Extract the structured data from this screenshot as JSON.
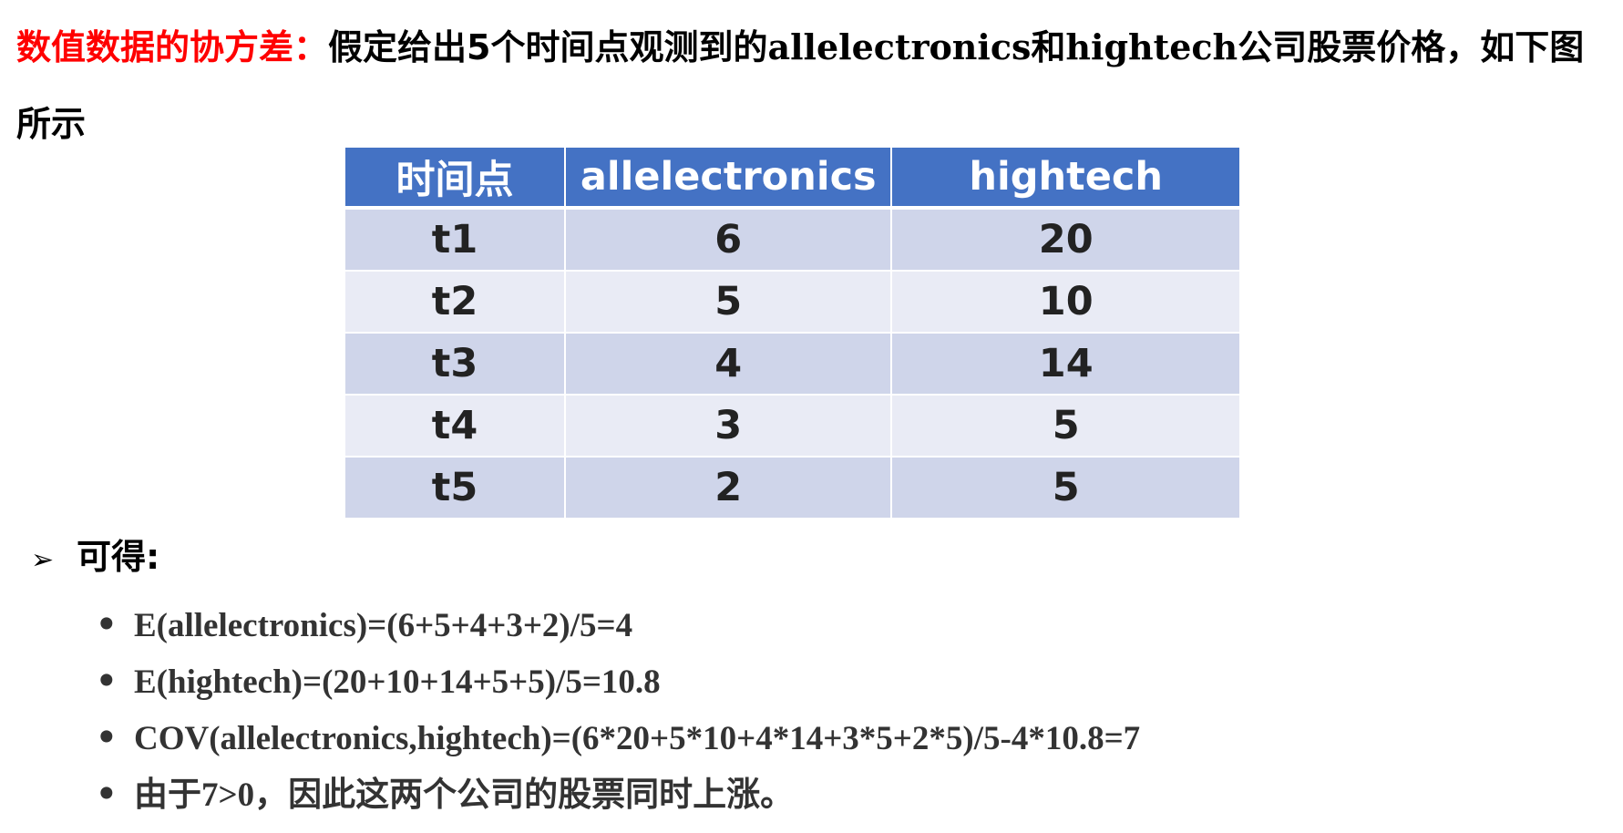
{
  "heading": {
    "label": "数值数据的协方差：",
    "text_part1": "假定给出5个时间点观测到的",
    "company_a": "allelectronics",
    "text_and": "和",
    "company_b": "hightech",
    "text_part2": "公司股票价格，如下图所示"
  },
  "table": {
    "headers": [
      "时间点",
      "allelectronics",
      "hightech"
    ],
    "rows": [
      [
        "t1",
        "6",
        "20"
      ],
      [
        "t2",
        "5",
        "10"
      ],
      [
        "t3",
        "4",
        "14"
      ],
      [
        "t4",
        "3",
        "5"
      ],
      [
        "t5",
        "2",
        "5"
      ]
    ]
  },
  "result": {
    "arrow": "➢",
    "title": "可得:"
  },
  "formulas": [
    "E(allelectronics)=(6+5+4+3+2)/5=4",
    "E(hightech)=(20+10+14+5+5)/5=10.8",
    "COV(allelectronics,hightech)=(6*20+5*10+4*14+3*5+2*5)/5-4*10.8=7"
  ],
  "conclusion": {
    "prefix": "由于",
    "expr": "7>0",
    "suffix": "，因此这两个公司的股票同时上涨。"
  },
  "colors": {
    "label_red": "#ff0000",
    "header_blue": "#4472c4",
    "row_dark": "#cfd5ea",
    "row_light": "#e9ebf5"
  }
}
